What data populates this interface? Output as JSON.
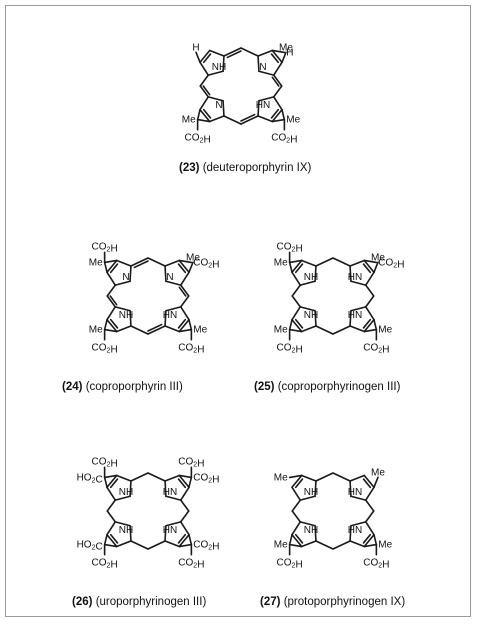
{
  "structures": [
    {
      "id": "s23",
      "number": "23",
      "name": "(deuteroporphyrin IX)",
      "labels": {
        "tl": "H",
        "tr": "Me",
        "rt": "H",
        "ll": "Me",
        "rl": "Me",
        "bl": "CO2H",
        "br": "CO2H",
        "n_tl": "NH",
        "n_tr": "N",
        "n_bl": "N",
        "n_br": "HN"
      }
    },
    {
      "id": "s24",
      "number": "24",
      "name": "(coproporphyrin III)",
      "labels": {
        "tl": "CO2H",
        "tr": "Me",
        "rt": "CO2H",
        "lt": "Me",
        "lb": "Me",
        "rb": "Me",
        "bl": "CO2H",
        "br": "CO2H",
        "n_tl": "N",
        "n_tr": "N",
        "n_bl": "NH",
        "n_br": "HN"
      }
    },
    {
      "id": "s25",
      "number": "25",
      "name": "(coproporphyrinogen III)",
      "labels": {
        "tl": "CO2H",
        "tr": "Me",
        "rt": "CO2H",
        "lt": "Me",
        "lb": "Me",
        "rb": "Me",
        "bl": "CO2H",
        "br": "CO2H",
        "n_tl": "NH",
        "n_tr": "HN",
        "n_bl": "NH",
        "n_br": "HN"
      }
    },
    {
      "id": "s26",
      "number": "26",
      "name": "(uroporphyrinogen III)",
      "labels": {
        "tl": "CO2H",
        "tr": "CO2H",
        "lt": "HO2C",
        "rt": "CO2H",
        "lb": "HO2C",
        "rb": "CO2H",
        "bl": "CO2H",
        "br": "CO2H",
        "n_tl": "NH",
        "n_tr": "HN",
        "n_bl": "NH",
        "n_br": "HN"
      }
    },
    {
      "id": "s27",
      "number": "27",
      "name": "(protoporphyrinogen IX)",
      "labels": {
        "tr": "Me",
        "lt": "Me",
        "lb": "Me",
        "rb": "Me",
        "bl": "CO2H",
        "br": "CO2H",
        "n_tl": "NH",
        "n_tr": "HN",
        "n_bl": "NH",
        "n_br": "HN"
      }
    }
  ]
}
